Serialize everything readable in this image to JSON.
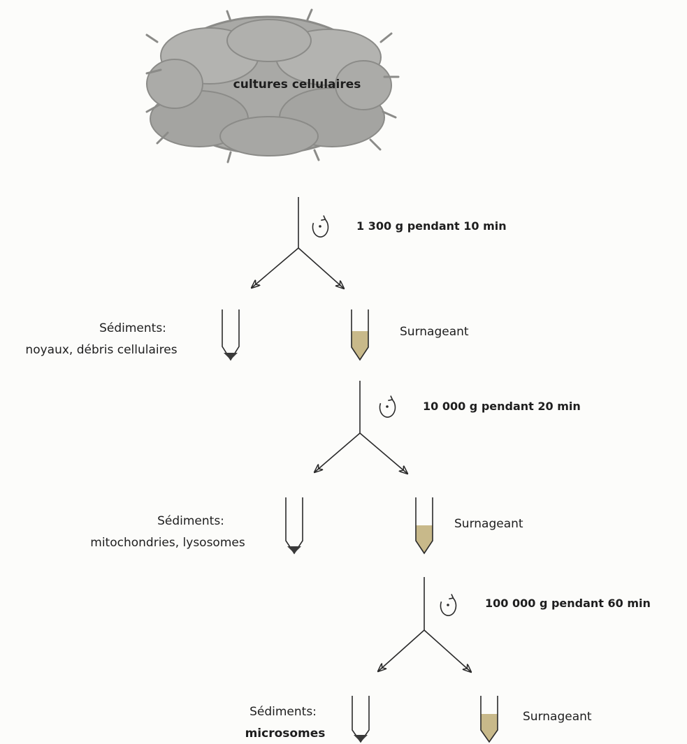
{
  "source": {
    "label": "cultures cellulaires"
  },
  "steps": [
    {
      "centrifugation": "1 300 g pendant 10 min",
      "pellet": {
        "line1": "Sédiments:",
        "line2": "noyaux, débris cellulaires"
      },
      "supernatant": "Surnageant"
    },
    {
      "centrifugation": "10 000 g pendant 20 min",
      "pellet": {
        "line1": "Sédiments:",
        "line2": "mitochondries, lysosomes"
      },
      "supernatant": "Surnageant"
    },
    {
      "centrifugation": "100 000 g pendant 60 min",
      "pellet": {
        "line1": "Sédiments:",
        "line2": "microsomes"
      },
      "supernatant": "Surnageant"
    }
  ],
  "colors": {
    "cells": "#a9a9a6",
    "cells_outline": "#8b8b88",
    "pellet": "#3a3a3a",
    "supernatant": "#c8b98a",
    "line": "#2a2a2a"
  },
  "icons": {
    "centrifuge": "rotation-arrow-icon"
  }
}
